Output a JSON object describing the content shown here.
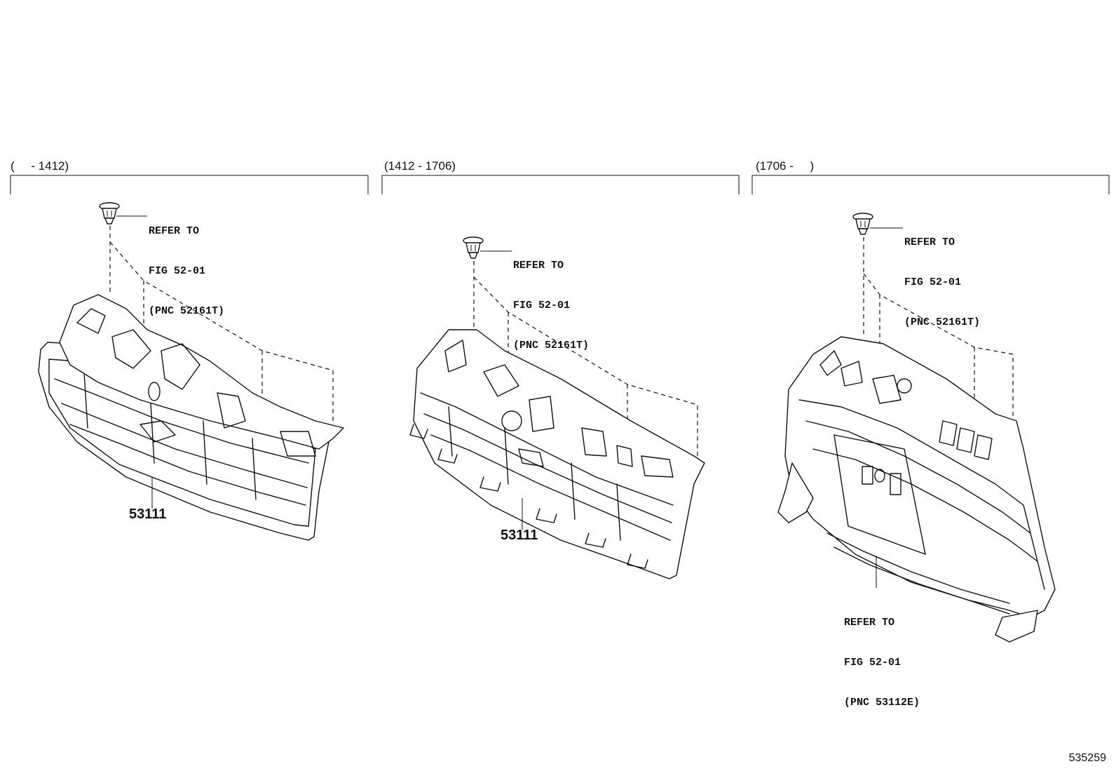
{
  "sections": [
    {
      "range_label": "(     - 1412)",
      "clip_reference": {
        "line1": "REFER TO",
        "line2": "FIG 52-01",
        "line3": "(PNC 52161T)"
      },
      "part_number": "53111"
    },
    {
      "range_label": "(1412 - 1706)",
      "clip_reference": {
        "line1": "REFER TO",
        "line2": "FIG 52-01",
        "line3": "(PNC 52161T)"
      },
      "part_number": "53111"
    },
    {
      "range_label": "(1706 -     )",
      "clip_reference": {
        "line1": "REFER TO",
        "line2": "FIG 52-01",
        "line3": "(PNC 52161T)"
      },
      "bottom_reference": {
        "line1": "REFER TO",
        "line2": "FIG 52-01",
        "line3": "(PNC 53112E)"
      }
    }
  ],
  "drawing_id": "535259",
  "icons": [
    "clip-fastener-icon",
    "radiator-grille-icon"
  ]
}
